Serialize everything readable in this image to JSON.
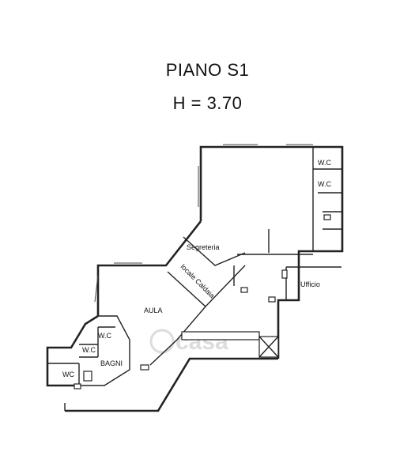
{
  "header": {
    "title": "PIANO S1",
    "height": "H = 3.70"
  },
  "rooms": {
    "wc_top": "W.C",
    "wc_second": "W.C",
    "segreteria": "Segreteria",
    "locale_caldaia": "locale Caldaia",
    "ufficio": "Ufficio",
    "aula": "AULA",
    "wc_small_upper": "W.C",
    "wc_small_lower": "W.C",
    "bagni": "BAGNI",
    "wc_left": "WC"
  },
  "watermark": {
    "text": "casa"
  }
}
